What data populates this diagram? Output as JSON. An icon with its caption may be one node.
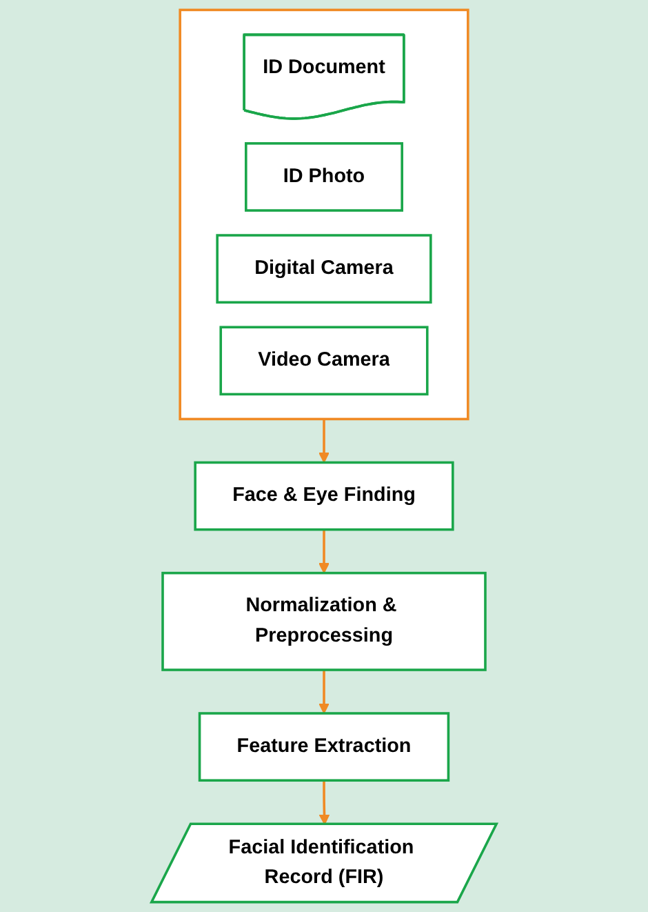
{
  "diagram": {
    "nodes": [
      {
        "text": [],
        "shape": "box"
      },
      {
        "text": [
          "ID Document"
        ],
        "in": 0
      },
      {
        "text": [
          "ID Photo"
        ],
        "in": 0
      },
      {
        "text": [
          "Digital Camera"
        ],
        "in": 0
      },
      {
        "text": [
          "Video Camera"
        ],
        "in": 0
      },
      {
        "text": [
          "Face & Eye Finding"
        ]
      },
      {
        "text": [
          "Normalization & Preprocessing"
        ]
      },
      {
        "text": [
          "Feature Extraction"
        ]
      },
      {
        "text": [
          "Facial Identification Record (FIR)"
        ]
      }
    ],
    "edges": [
      {
        "from": 0,
        "to": 5,
        "arrow": "to"
      },
      {
        "from": 5,
        "to": 6,
        "arrow": "to"
      },
      {
        "from": 6,
        "to": 7,
        "arrow": "to"
      },
      {
        "from": 7,
        "to": 8,
        "arrow": "to"
      }
    ]
  }
}
